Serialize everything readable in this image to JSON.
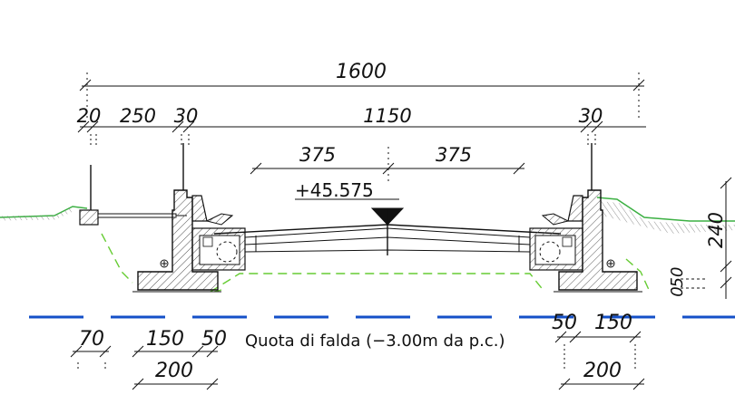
{
  "drawing": {
    "top_dimension": "1600",
    "second_row": [
      "20",
      "250",
      "30",
      "1150",
      "30"
    ],
    "lane_dimensions": [
      "375",
      "375"
    ],
    "elevation_label": "+45.575",
    "right_height": "240",
    "right_small": [
      "50",
      "0"
    ],
    "bottom_left": {
      "a": "70",
      "b": "150",
      "c": "50",
      "total": "200"
    },
    "bottom_right": {
      "a": "50",
      "b": "150",
      "total": "200"
    },
    "groundwater_note": "Quota di falda (−3.00m da p.c.)"
  },
  "colors": {
    "line": "#111111",
    "ground_green": "#3cb043",
    "dashed_green": "#66cc33",
    "water_blue": "#1450c8",
    "hatch": "#555555"
  }
}
